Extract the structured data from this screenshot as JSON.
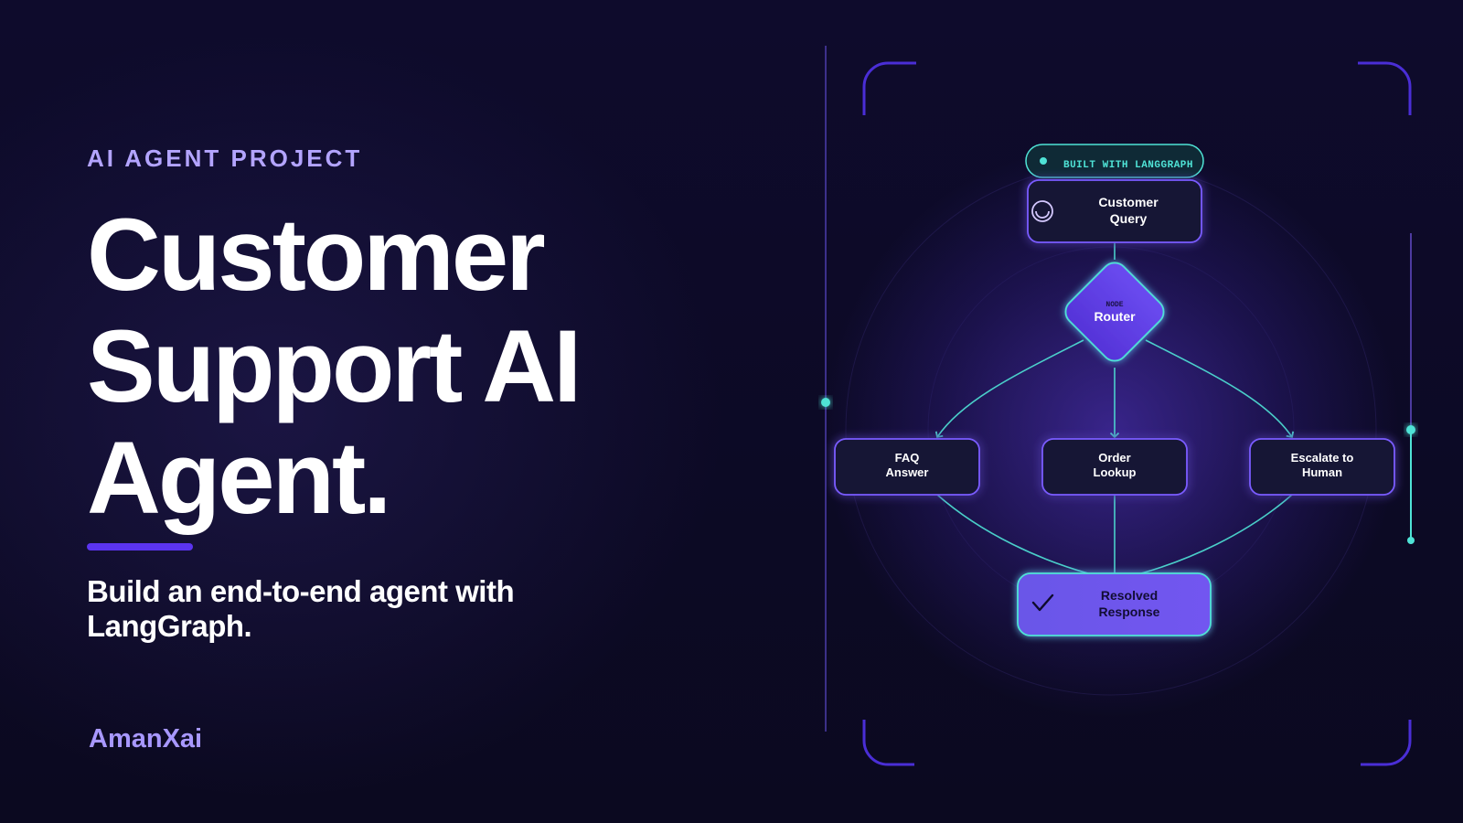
{
  "hero": {
    "eyebrow": "AI AGENT PROJECT",
    "title_lines": [
      "Customer",
      "Support AI",
      "Agent."
    ],
    "subtitle_lines": [
      "Build an end-to-end agent with",
      "LangGraph."
    ],
    "brand": "AmanXai"
  },
  "diagram": {
    "badge": "BUILT WITH LANGGRAPH",
    "nodes": {
      "query": {
        "lines": [
          "Customer",
          "Query"
        ],
        "icon": "smile-icon"
      },
      "router": {
        "tag": "NODE",
        "label": "Router"
      },
      "faq": {
        "lines": [
          "FAQ",
          "Answer"
        ]
      },
      "order": {
        "lines": [
          "Order",
          "Lookup"
        ]
      },
      "escalate": {
        "lines": [
          "Escalate to",
          "Human"
        ]
      },
      "resolved": {
        "lines": [
          "Resolved",
          "Response"
        ],
        "icon": "check-icon"
      }
    }
  },
  "colors": {
    "background": "#0c0a24",
    "accent_purple": "#5b34f0",
    "eyebrow": "#b3a4ff",
    "teal": "#4fe3d6",
    "node_border": "#7a5cff"
  }
}
